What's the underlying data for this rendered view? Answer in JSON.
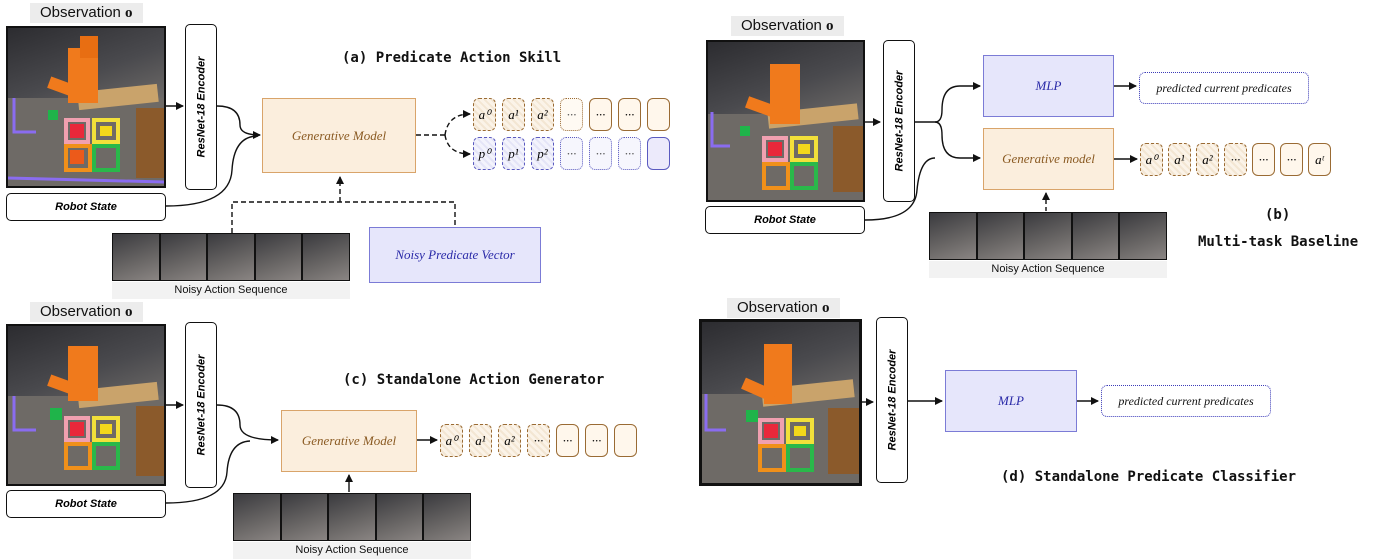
{
  "labels": {
    "observation": "Observation",
    "observation_symbol": "o",
    "encoder": "ResNet-18 Encoder",
    "robot_state": "Robot State",
    "noisy_action_sequence": "Noisy Action Sequence"
  },
  "panel_a": {
    "title": "(a) Predicate Action Skill",
    "generative_model": "Generative Model",
    "noisy_predicate_vector": "Noisy Predicate Vector",
    "action_tokens": [
      "a⁰",
      "a¹",
      "a²",
      "···",
      "···",
      "···",
      ""
    ],
    "predicate_tokens": [
      "p⁰",
      "p¹",
      "p²",
      "···",
      "···",
      "···",
      ""
    ]
  },
  "panel_b": {
    "title_letter": "(b)",
    "title": "Multi-task Baseline",
    "mlp": "MLP",
    "predicted": "predicted current predicates",
    "generative_model": "Generative model",
    "action_tokens": [
      "a⁰",
      "a¹",
      "a²",
      "···",
      "···",
      "···",
      "aᵗ"
    ]
  },
  "panel_c": {
    "title": "(c) Standalone Action Generator",
    "generative_model": "Generative Model",
    "action_tokens": [
      "a⁰",
      "a¹",
      "a²",
      "···",
      "···",
      "···",
      ""
    ]
  },
  "panel_d": {
    "title": "(d) Standalone Predicate Classifier",
    "mlp": "MLP",
    "predicted": "predicted current predicates"
  },
  "colors": {
    "generative_fill": "#fbeedd",
    "mlp_fill": "#e6e6fb",
    "action_border": "#9a6b34",
    "predicate_border": "#5a5ac0"
  }
}
